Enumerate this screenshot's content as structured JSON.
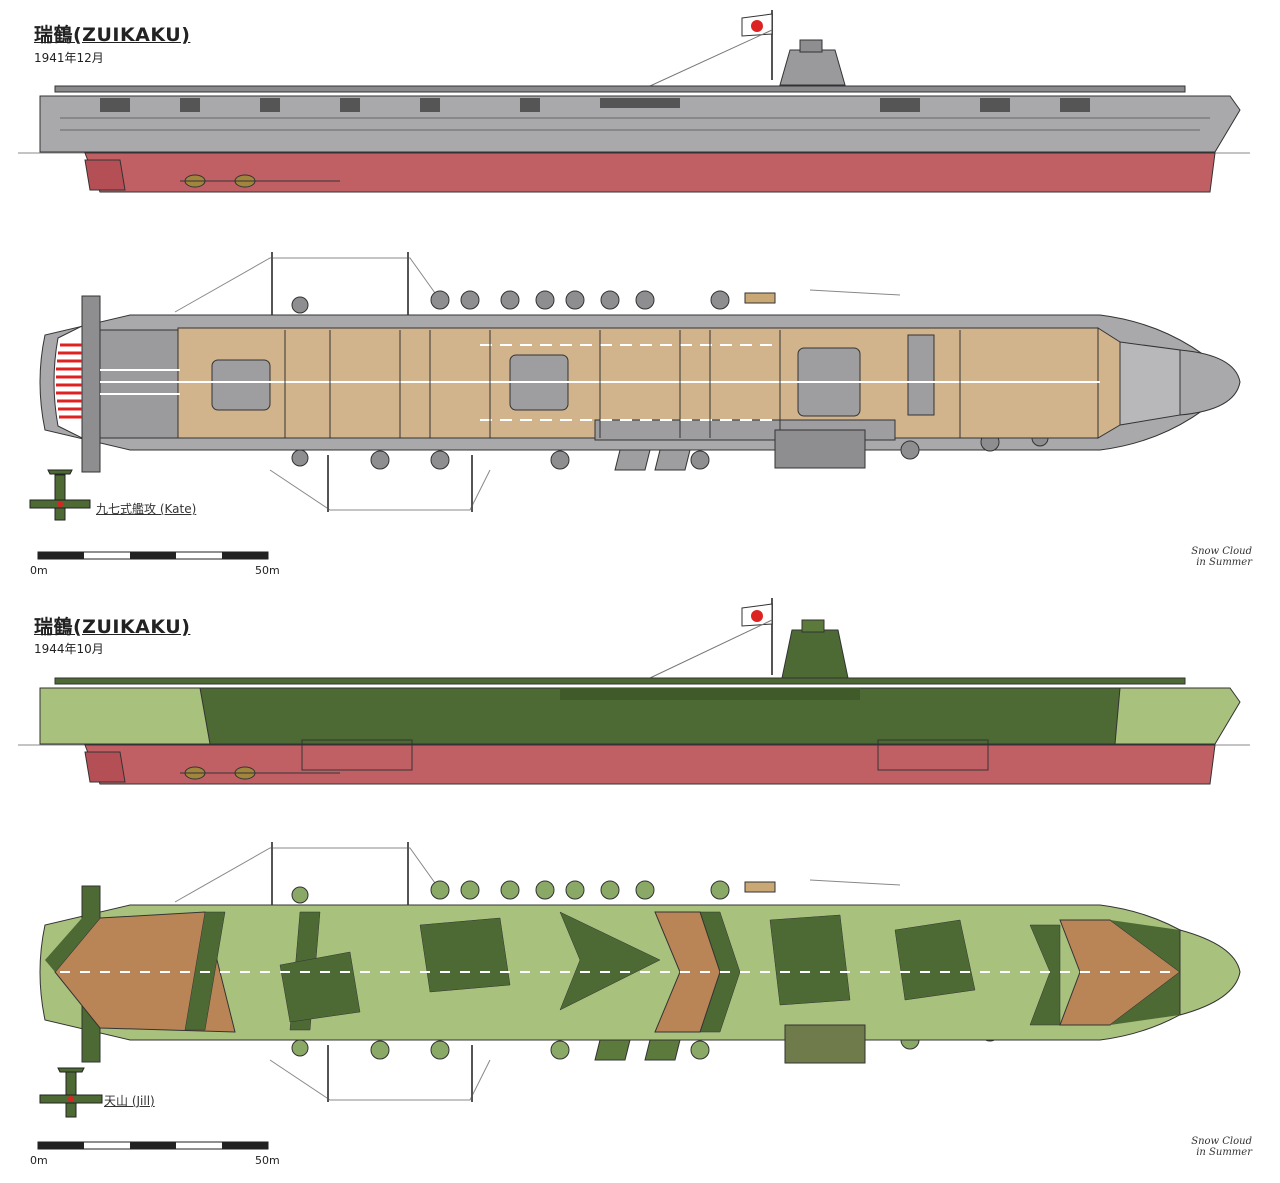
{
  "section1": {
    "title": "瑞鶴(ZUIKAKU)",
    "date": "1941年12月",
    "aircraft": "九七式艦攻 (Kate)",
    "scale_start": "0m",
    "scale_end": "50m",
    "credit_line1": "Snow Cloud",
    "credit_line2": "in Summer"
  },
  "section2": {
    "title": "瑞鶴(ZUIKAKU)",
    "date": "1944年10月",
    "aircraft": "天山 (Jill)",
    "scale_start": "0m",
    "scale_end": "50m",
    "credit_line1": "Snow Cloud",
    "credit_line2": "in Summer"
  },
  "colors": {
    "hull_grey": "#a9a9ab",
    "deck_tan": "#d2b48c",
    "hull_red": "#c06065",
    "camo_light_green": "#a8c27e",
    "camo_dark_green": "#4d6a34",
    "camo_brown": "#b98557",
    "outline": "#333333"
  }
}
